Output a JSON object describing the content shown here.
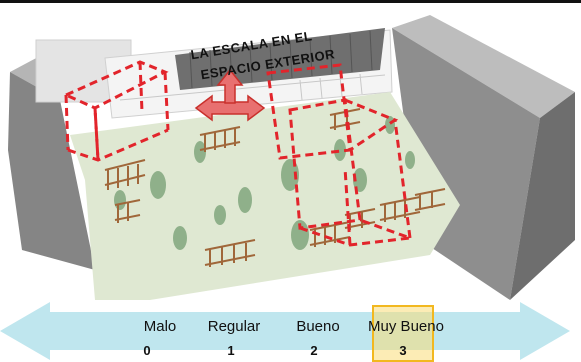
{
  "diagram": {
    "title_line1": "LA ESCALA EN EL",
    "title_line2": "ESPACIO  EXTERIOR"
  },
  "scale": {
    "labels": [
      "Malo",
      "Regular",
      "Bueno",
      "Muy Bueno"
    ],
    "values": [
      "0",
      "1",
      "2",
      "3"
    ],
    "selected": "Muy Bueno",
    "arrow_color": "#bfe6ee",
    "highlight_color": "#f2b81f"
  },
  "colors": {
    "dash": "#e2242b",
    "lawn": "#dfe8d2",
    "tree": "#8fb08a",
    "building": "#9a9a9a"
  }
}
